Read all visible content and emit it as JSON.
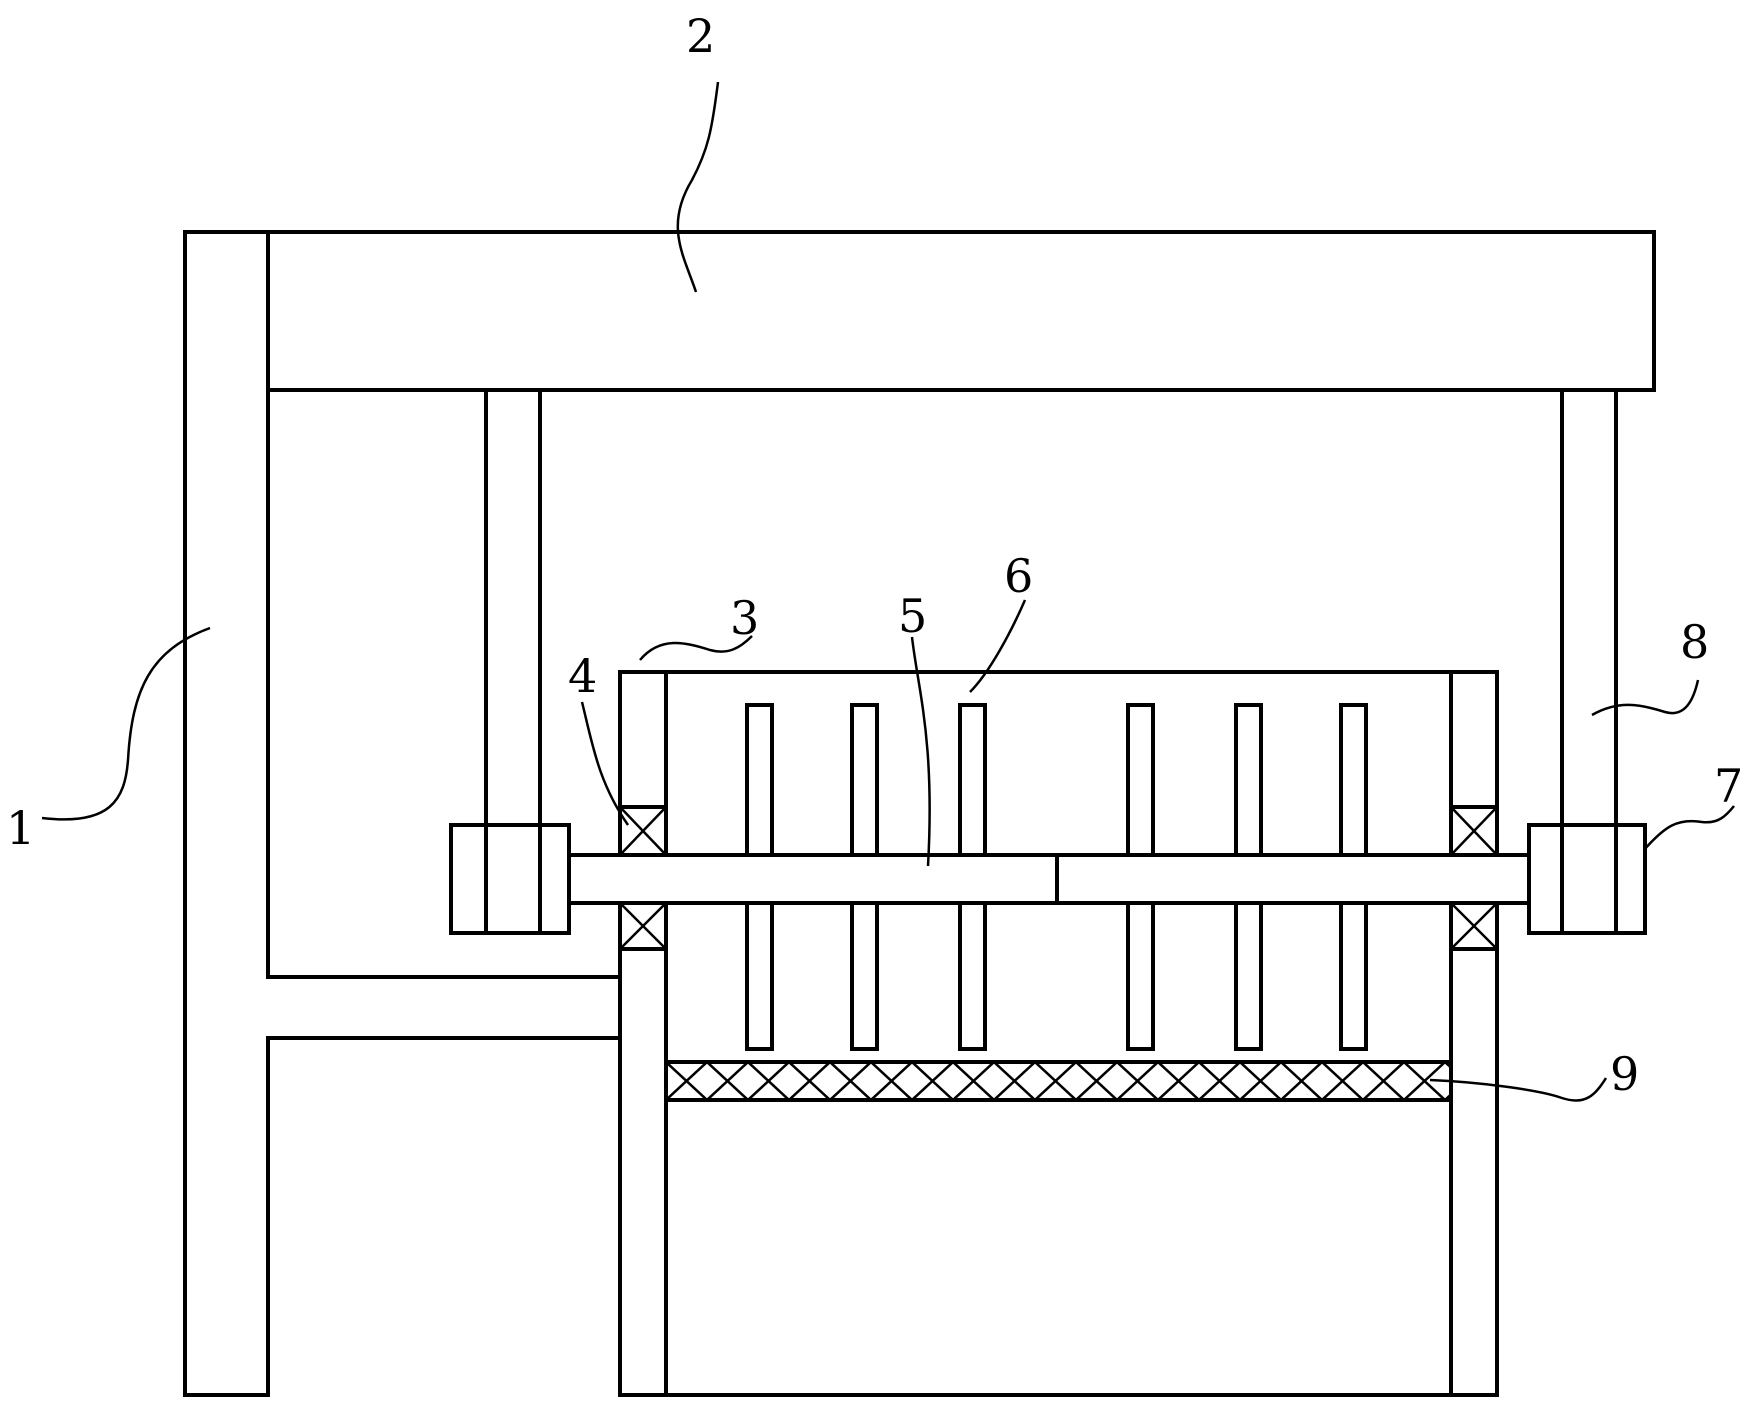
{
  "diagram": {
    "callouts": [
      {
        "key": "frame",
        "label": "1"
      },
      {
        "key": "top-plate",
        "label": "2"
      },
      {
        "key": "tank-wall",
        "label": "3"
      },
      {
        "key": "bearing",
        "label": "4"
      },
      {
        "key": "shaft",
        "label": "5"
      },
      {
        "key": "paddle",
        "label": "6"
      },
      {
        "key": "motor-housing",
        "label": "7"
      },
      {
        "key": "hanger-arm",
        "label": "8"
      },
      {
        "key": "filter-mesh",
        "label": "9"
      }
    ],
    "colors": {
      "line": "#000000",
      "background": "#ffffff"
    }
  }
}
